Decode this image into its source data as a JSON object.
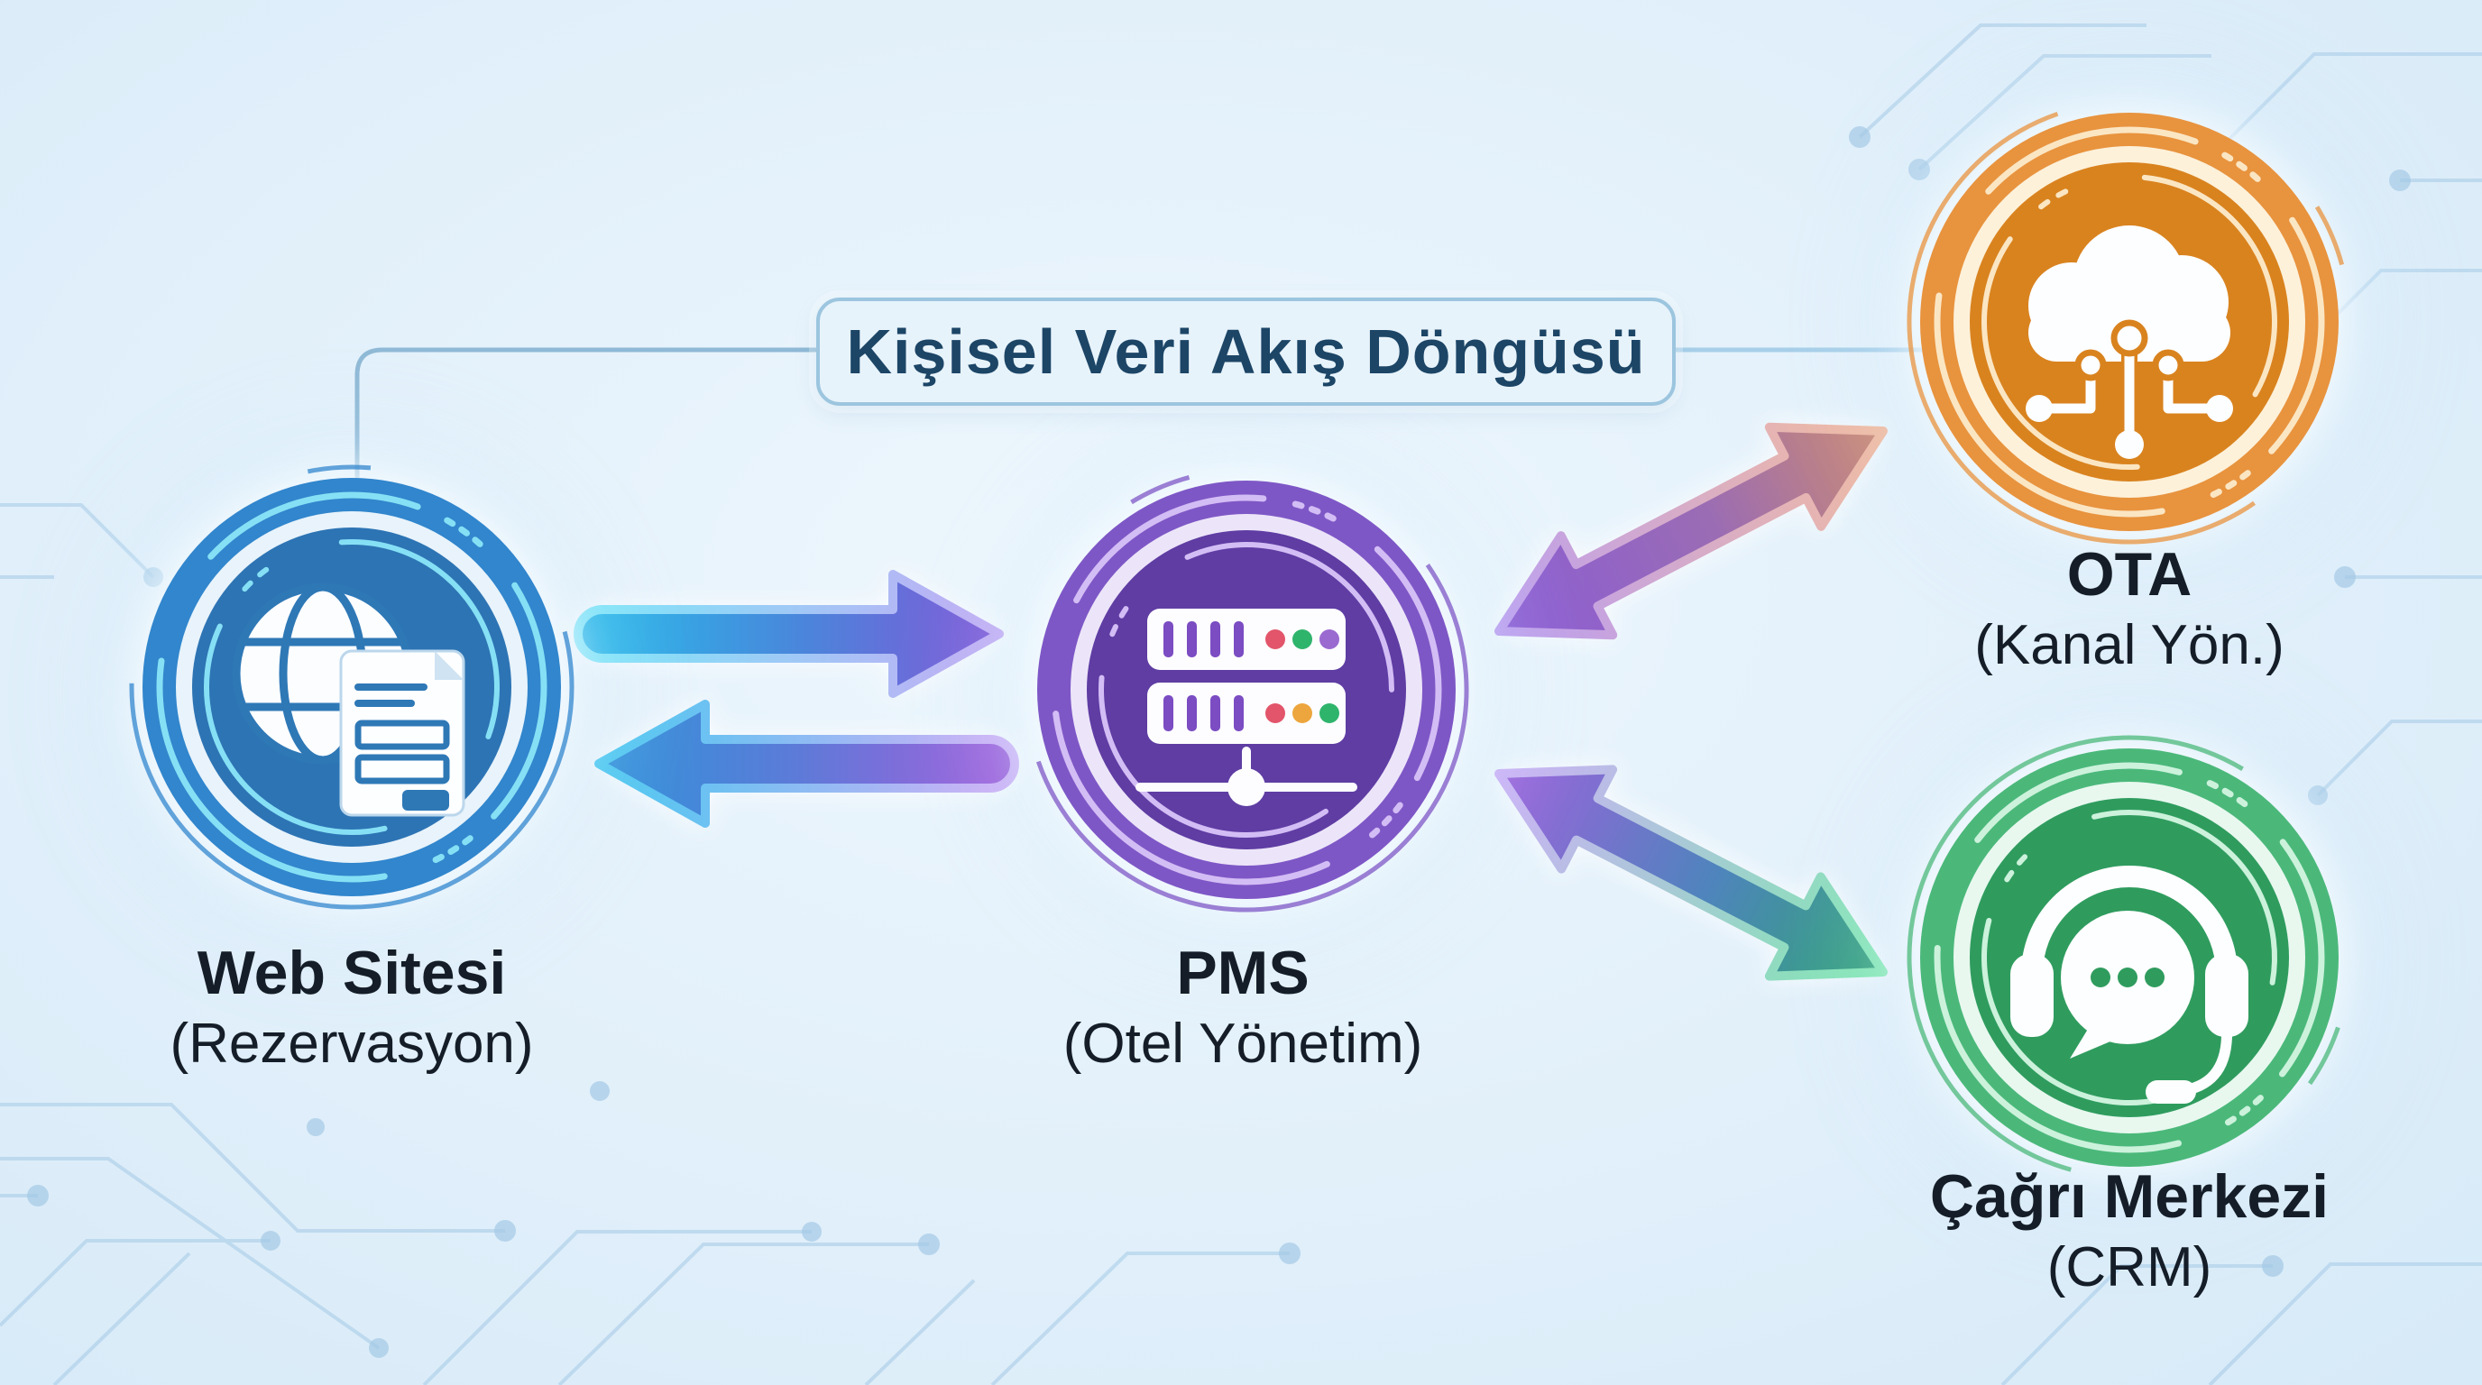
{
  "title": {
    "text": "Kişisel Veri Akış Döngüsü"
  },
  "nodes": {
    "web": {
      "title": "Web Sitesi",
      "subtitle": "(Rezervasyon)",
      "icon": "globe-document-icon",
      "ring_color": "#3186cd",
      "inner_color": "#2d74b4",
      "deco_color": "#86e0f5"
    },
    "pms": {
      "title": "PMS",
      "subtitle": "(Otel Yönetim)",
      "icon": "server-network-icon",
      "ring_color": "#7e57c6",
      "inner_color": "#5f3da3",
      "deco_color": "#d3bdf5",
      "status_dots_row1": [
        "#e2556b",
        "#2fb46c",
        "#9a6ad0"
      ],
      "status_dots_row2": [
        "#e2556b",
        "#eda63d",
        "#2fb46c"
      ]
    },
    "ota": {
      "title": "OTA",
      "subtitle": "(Kanal Yön.)",
      "icon": "cloud-circuit-icon",
      "ring_color": "#e8933e",
      "inner_color": "#d9831f",
      "deco_color": "#fbe6c3"
    },
    "crm": {
      "title": "Çağrı Merkezi",
      "subtitle": "(CRM)",
      "icon": "headset-chat-icon",
      "ring_color": "#4bb87a",
      "inner_color": "#2f9c5e",
      "deco_color": "#ccf2dc"
    }
  },
  "arrows": [
    {
      "id": "web-to-pms",
      "from": "web",
      "to": "pms",
      "direction": "right",
      "gradient": [
        "#2ab7e9",
        "#8157d8"
      ]
    },
    {
      "id": "pms-to-web",
      "from": "pms",
      "to": "web",
      "direction": "left",
      "gradient": [
        "#2f93da",
        "#9c62dc"
      ]
    },
    {
      "id": "pms-ota",
      "between": [
        "pms",
        "ota"
      ],
      "direction": "bidirectional",
      "gradient": [
        "#8b5cd6",
        "#cc8a72"
      ]
    },
    {
      "id": "pms-crm",
      "between": [
        "pms",
        "crm"
      ],
      "direction": "bidirectional",
      "gradient": [
        "#9c62dc",
        "#2fa376"
      ]
    }
  ],
  "connectors": [
    {
      "id": "title-to-web",
      "from": "title-box",
      "to": "web-node",
      "color": "#8fb9d6"
    },
    {
      "id": "title-to-ota",
      "from": "title-box",
      "to": "ota-node",
      "color": "#a7cfe9"
    }
  ],
  "colors": {
    "background": "#d9ecf8",
    "title_text": "#1c4566",
    "label_text": "#141d28",
    "circuit_trace": "#aecfe9"
  }
}
